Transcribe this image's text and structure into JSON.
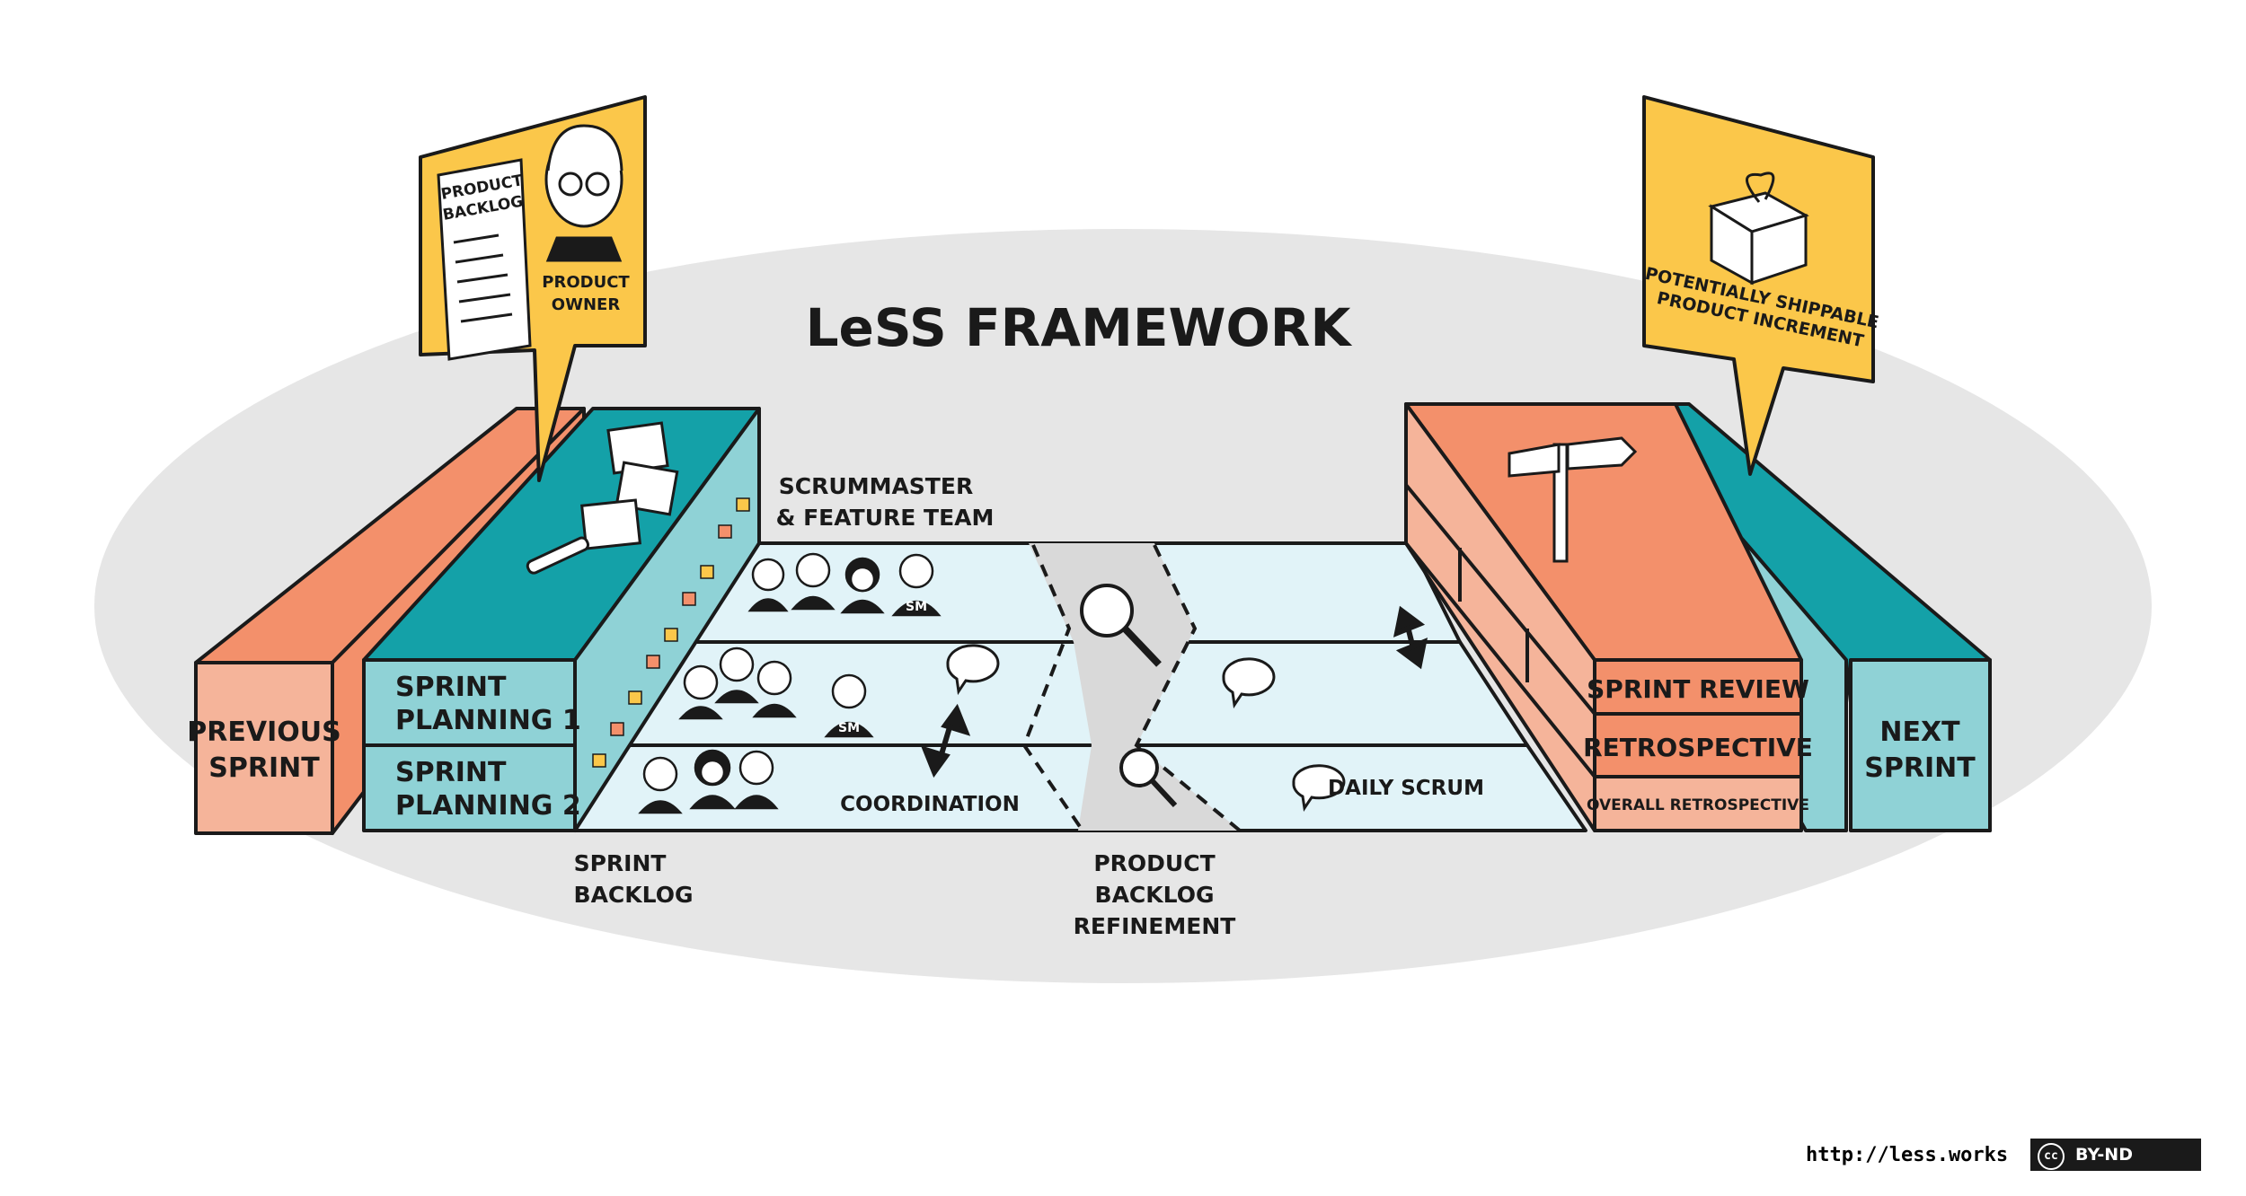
{
  "title": "LeSS FRAMEWORK",
  "blocks": {
    "previous_sprint": [
      "PREVIOUS",
      "SPRINT"
    ],
    "sprint_planning_1": [
      "SPRINT",
      "PLANNING 1"
    ],
    "sprint_planning_2": [
      "SPRINT",
      "PLANNING 2"
    ],
    "sprint_review": "SPRINT REVIEW",
    "retrospective": "RETROSPECTIVE",
    "overall_retrospective": "OVERALL RETROSPECTIVE",
    "next_sprint": [
      "NEXT",
      "SPRINT"
    ]
  },
  "signs": {
    "product_backlog": [
      "PRODUCT",
      "BACKLOG"
    ],
    "product_owner": [
      "PRODUCT",
      "OWNER"
    ],
    "increment": [
      "POTENTIALLY SHIPPABLE",
      "PRODUCT INCREMENT"
    ]
  },
  "labels": {
    "scrummaster_team": [
      "SCRUMMASTER",
      "& FEATURE TEAM"
    ],
    "coordination": "COORDINATION",
    "daily_scrum": "DAILY SCRUM",
    "sprint_backlog": [
      "SPRINT",
      "BACKLOG"
    ],
    "pbr": [
      "PRODUCT",
      "BACKLOG",
      "REFINEMENT"
    ],
    "sm_badge": "SM"
  },
  "footer": {
    "url": "http://less.works",
    "license_cc": "cc",
    "license": "BY-ND"
  },
  "colors": {
    "salmon": "#f3906b",
    "salmon_light": "#f5b49a",
    "teal": "#14a1a8",
    "teal_light": "#8fd2d6",
    "yellow": "#fbc74a",
    "lane": "#e1f3f8",
    "ellipse": "#e6e6e6"
  }
}
